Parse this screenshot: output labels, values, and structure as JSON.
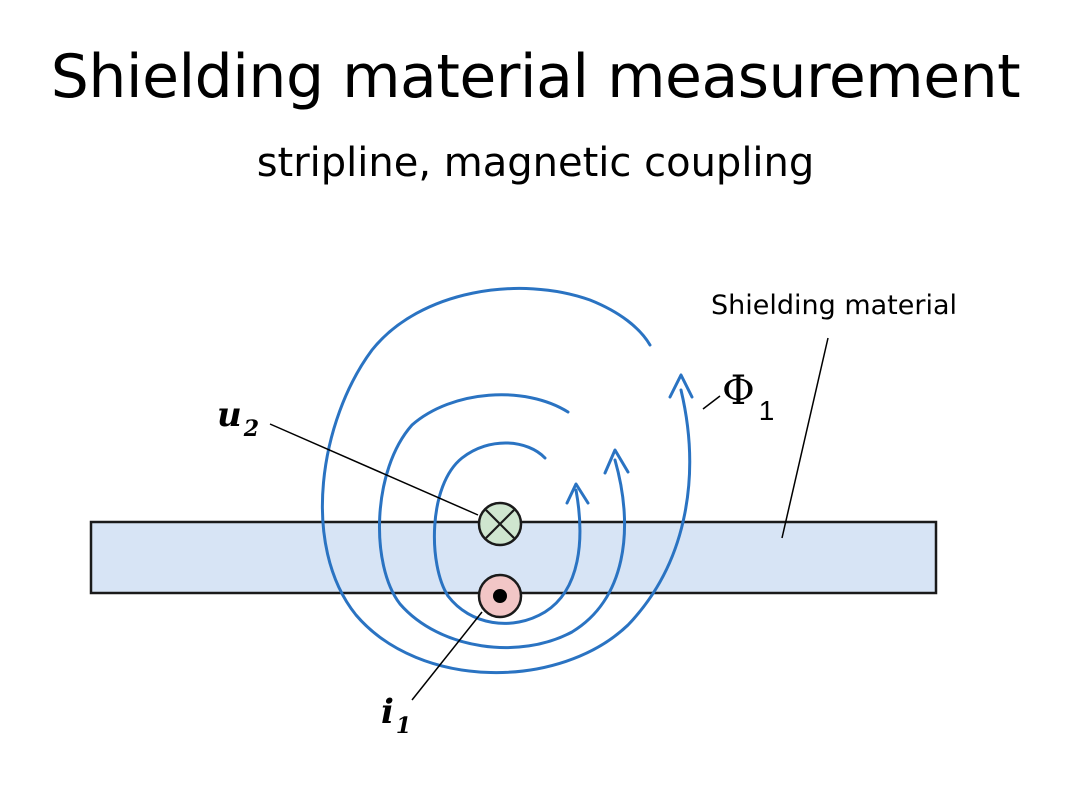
{
  "slide": {
    "title": "Shielding material measurement",
    "subtitle": "stripline, magnetic coupling"
  },
  "labels": {
    "shielding_material": "Shielding material",
    "flux_symbol": "Φ",
    "flux_subscript": "1",
    "voltage_symbol": "u",
    "voltage_subscript": "2",
    "current_symbol": "i",
    "current_subscript": "1"
  },
  "icons": {
    "current_into_page": "cross-circle-icon",
    "current_out_of_page": "dot-circle-icon"
  },
  "colors": {
    "field_lines": "#2a73c2",
    "strip_fill": "#d7e4f5",
    "strip_stroke": "#1a1a1a",
    "u2_conductor_fill": "#cfe6cf",
    "i1_conductor_fill": "#f2c6c6"
  }
}
